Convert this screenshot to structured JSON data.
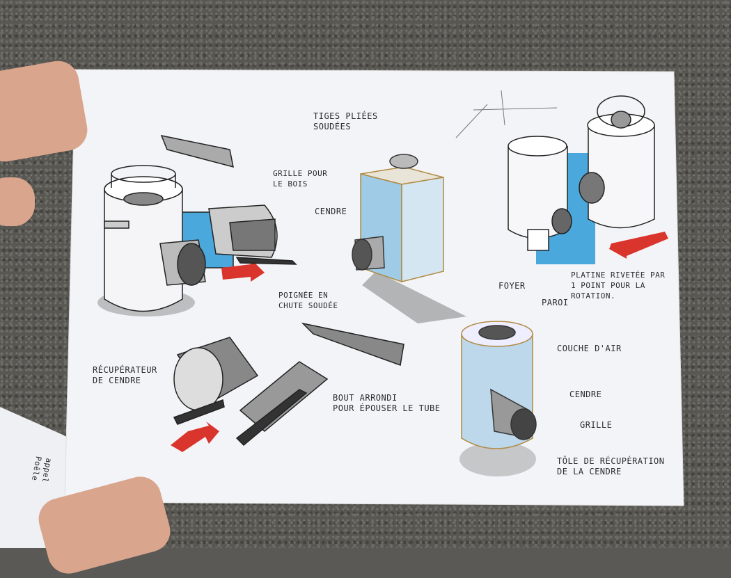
{
  "labels": {
    "tiges": "Tiges pliées\nsoudées",
    "grille_bois": "Grille pour\nle bois",
    "cendre_top": "Cendre",
    "poignee": "Poignée en\nchute soudée",
    "platine": "Platine rivetée par\n1 point pour la\nrotation.",
    "foyer": "Foyer",
    "paroi": "Paroi",
    "couche_air": "Couche d'air",
    "cendre_right": "Cendre",
    "grille": "Grille",
    "tole": "Tôle de récupération\nde la cendre",
    "recuperateur": "Récupérateur\nde cendre",
    "bout_arrondi": "Bout arrondi\npour épouser le tube",
    "second_sheet": "appel\nPoêle"
  },
  "colors": {
    "paper": "#f4f5f8",
    "marker_blue": "#4aa8dc",
    "marker_red": "#d9352c",
    "ink": "#2a2a30",
    "asphalt": "#585752"
  }
}
